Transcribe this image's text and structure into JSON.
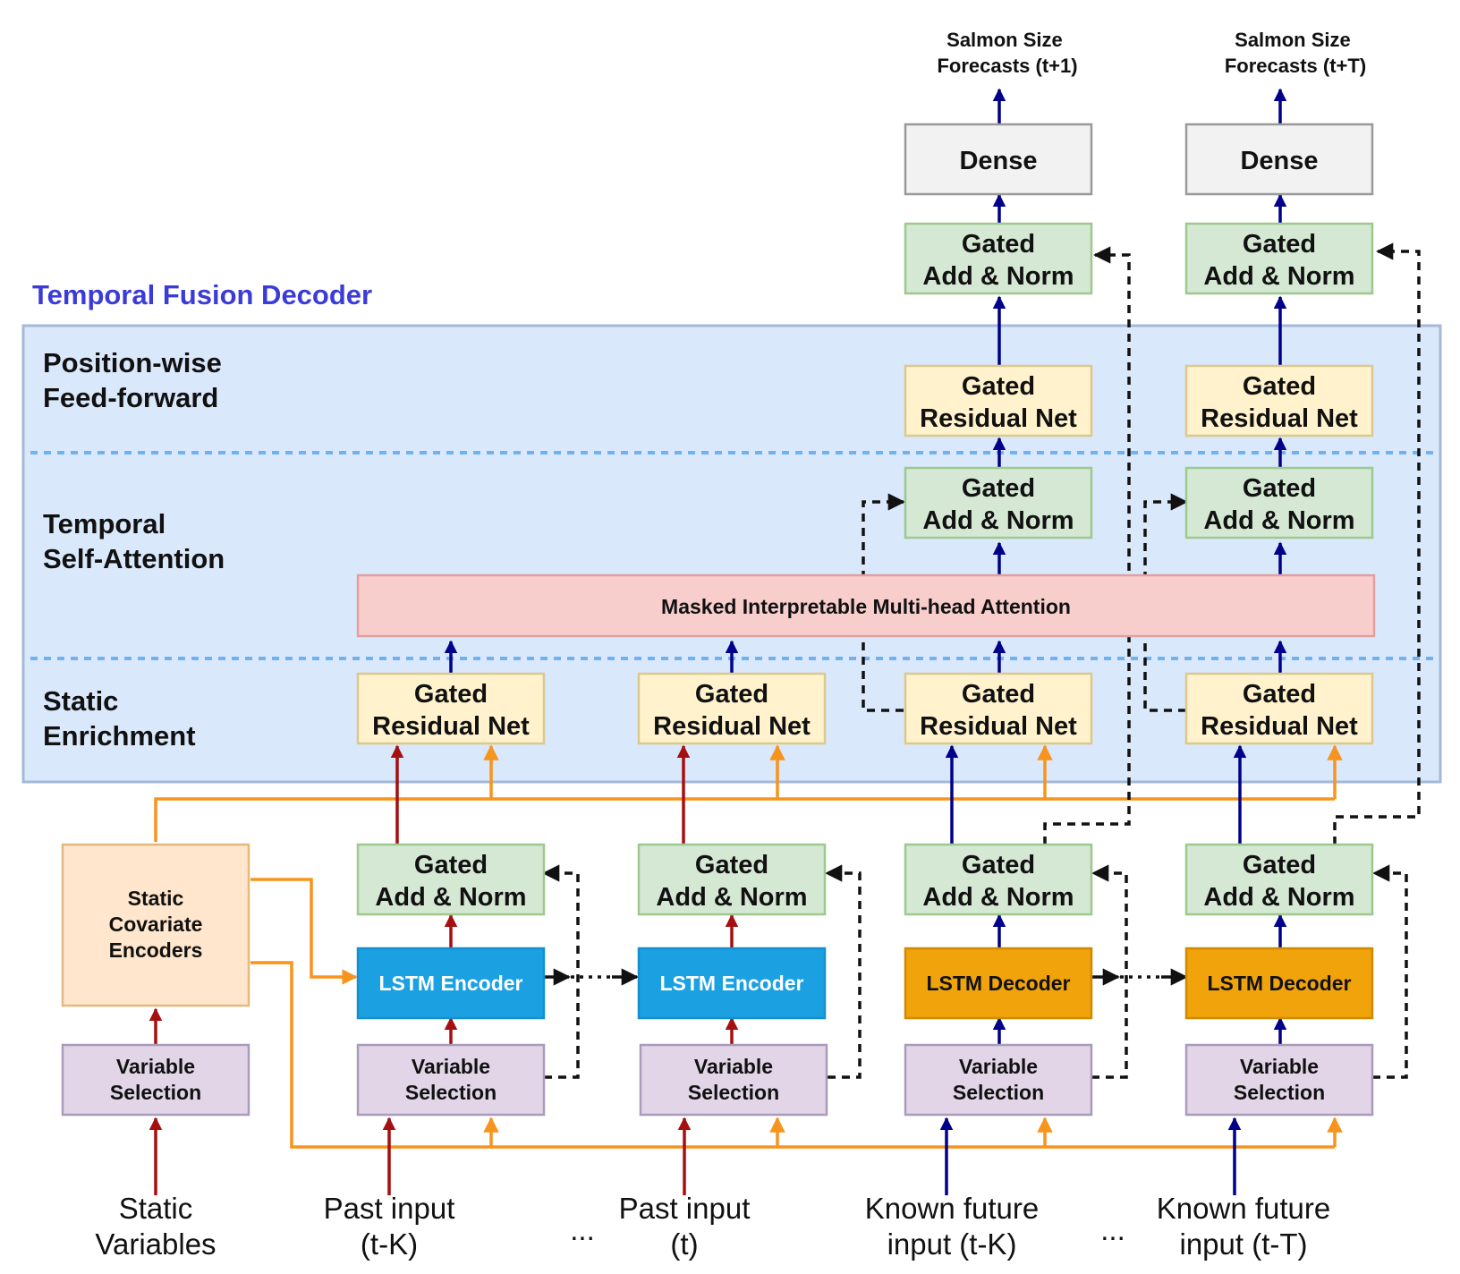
{
  "title": "Temporal Fusion Decoder",
  "sections": {
    "feedforward": [
      "Position-wise",
      "Feed-forward"
    ],
    "self_attention": [
      "Temporal",
      "Self-Attention"
    ],
    "enrichment": [
      "Static",
      "Enrichment"
    ]
  },
  "outputs": {
    "t1": [
      "Salmon Size",
      "Forecasts (t+1)"
    ],
    "tT": [
      "Salmon Size",
      "Forecasts (t+T)"
    ]
  },
  "blocks": {
    "dense": "Dense",
    "gated_add_norm": [
      "Gated",
      "Add & Norm"
    ],
    "gated_residual_net": [
      "Gated",
      "Residual Net"
    ],
    "attention": "Masked Interpretable Multi-head Attention",
    "static_covariate_encoders": [
      "Static",
      "Covariate",
      "Encoders"
    ],
    "variable_selection": [
      "Variable",
      "Selection"
    ],
    "lstm_encoder": "LSTM Encoder",
    "lstm_decoder": "LSTM Decoder"
  },
  "inputs": {
    "static": [
      "Static",
      "Variables"
    ],
    "past_k": [
      "Past input",
      "(t-K)"
    ],
    "past_t": [
      "Past input",
      "(t)"
    ],
    "future_k": [
      "Known future",
      "input (t-K)"
    ],
    "future_t": [
      "Known future",
      "input (t-T)"
    ],
    "ellipsis": "..."
  },
  "colors": {
    "title": "#3b3bd9",
    "panel_fill": "#dae8fc",
    "panel_stroke": "#a4b8d8",
    "dense_fill": "#f2f2f2",
    "dense_stroke": "#999999",
    "green_fill": "#d5e8d4",
    "green_stroke": "#9dc98f",
    "yellow_fill": "#fff2cc",
    "yellow_stroke": "#dcc98a",
    "red_fill": "#f8cecc",
    "red_stroke": "#e0a0a0",
    "peach_fill": "#ffe6cc",
    "peach_stroke": "#e4b97d",
    "purple_fill": "#e1d5e7",
    "purple_stroke": "#a99cbb",
    "lstm_enc": "#1ba1e2",
    "lstm_dec": "#f0a30a",
    "arrow_red": "#a50f0f",
    "arrow_blue": "#00008b",
    "arrow_orange": "#f7941d",
    "dotted": "#111111",
    "section_divider": "#6fb2f0"
  }
}
